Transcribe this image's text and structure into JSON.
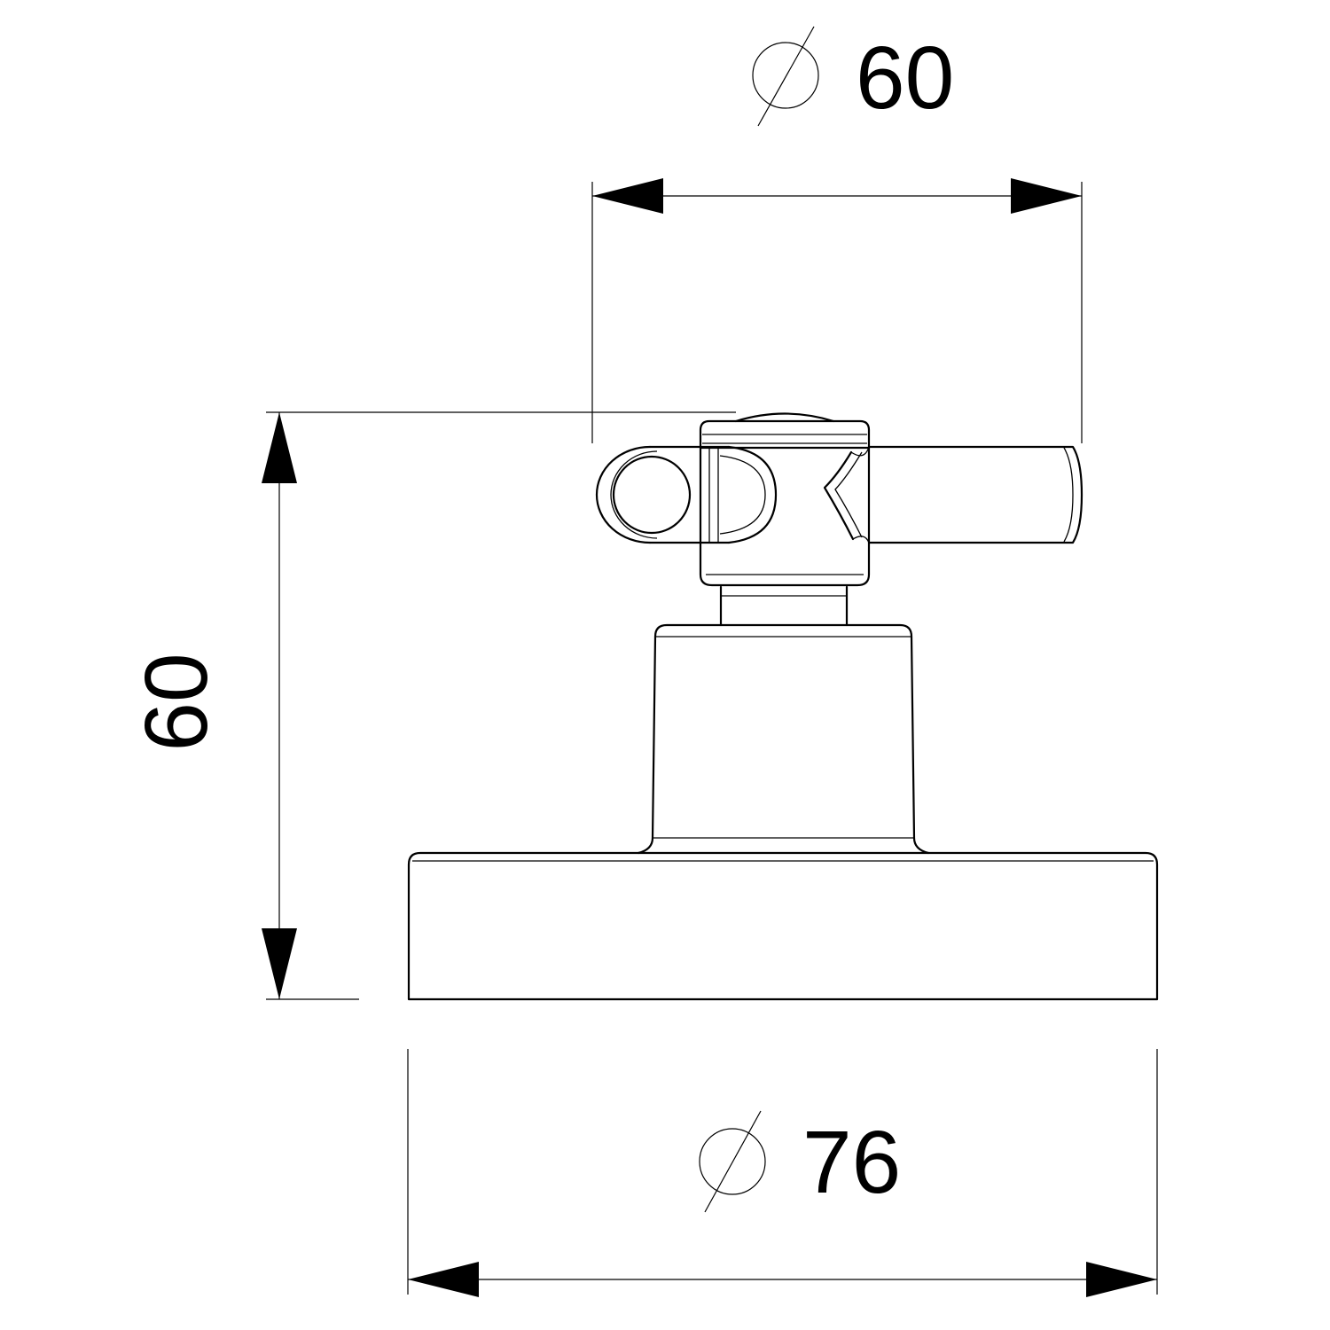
{
  "dimensions": {
    "top_diameter": {
      "symbol": "∅",
      "value": "60"
    },
    "height": {
      "value": "60"
    },
    "bottom_diameter": {
      "symbol": "∅",
      "value": "76"
    }
  },
  "colors": {
    "ink": "#000000",
    "background": "#ffffff"
  }
}
